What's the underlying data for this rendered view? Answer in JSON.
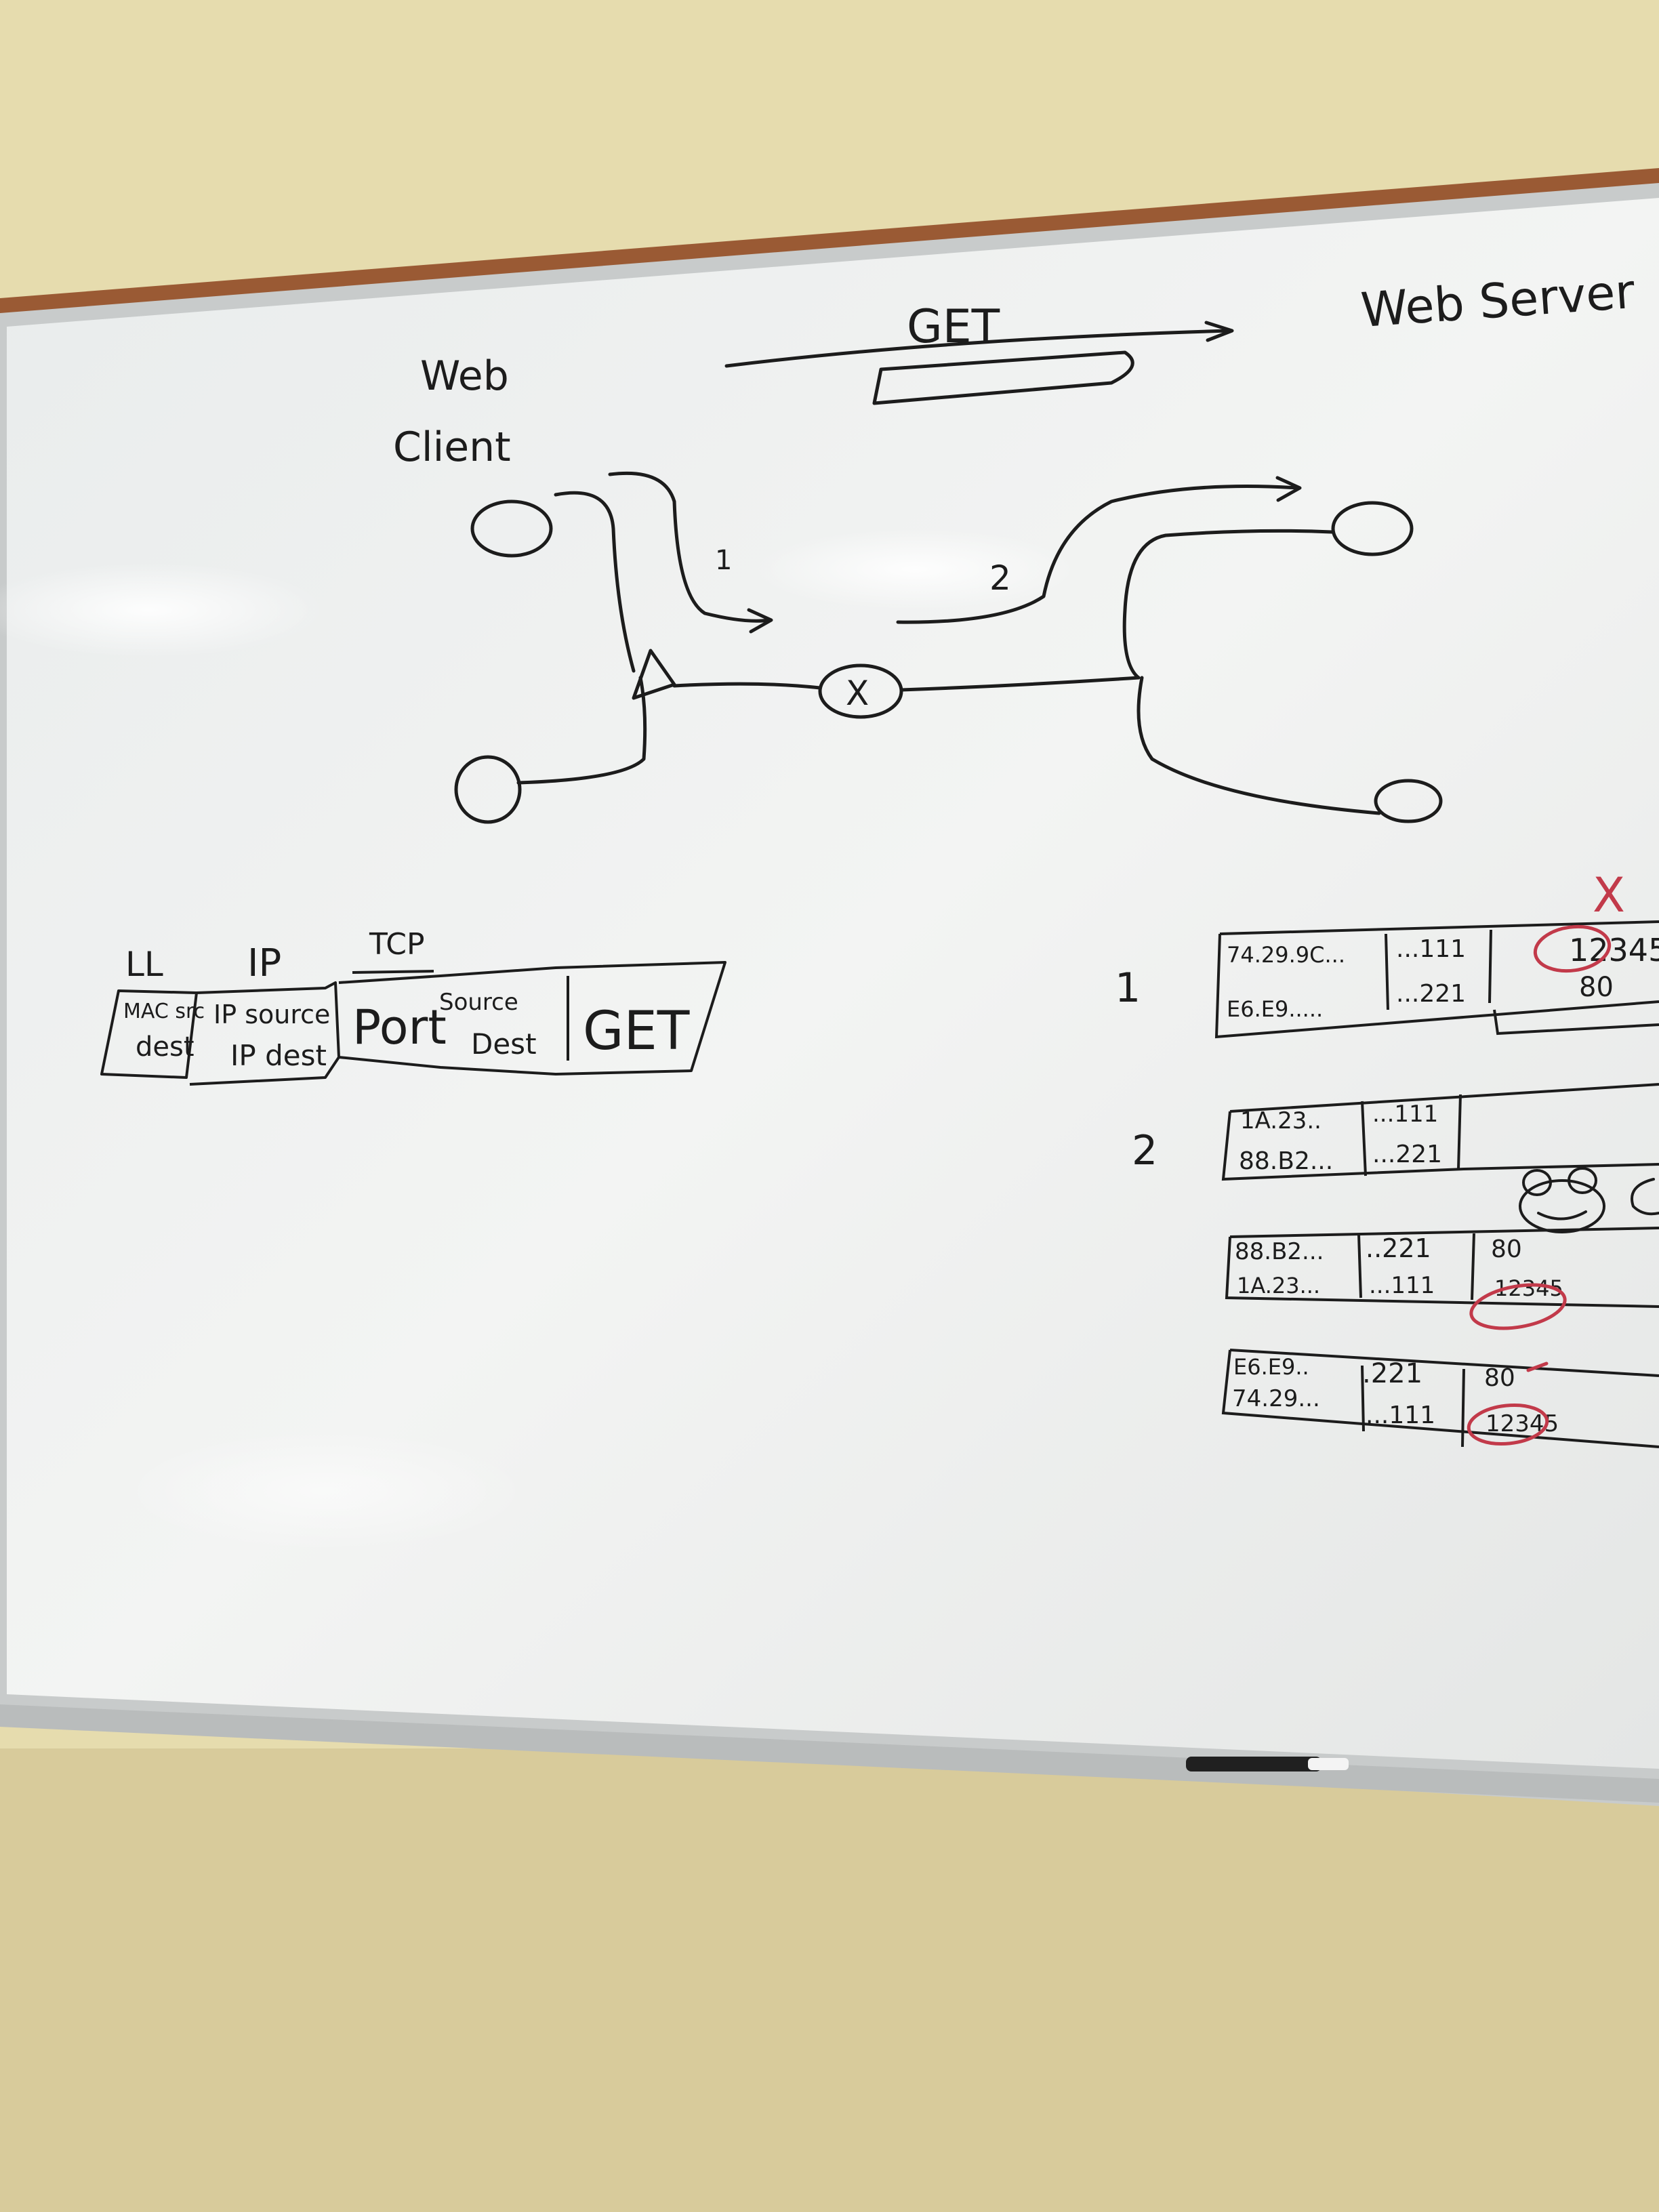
{
  "whiteboard": {
    "top_labels": {
      "get": "GET",
      "web_server": "Web Server",
      "web_client_line1": "Web",
      "web_client_line2": "Client"
    },
    "path_labels": {
      "path1": "1",
      "path2": "2"
    },
    "router_label": "X",
    "packet_header": {
      "layer_labels": {
        "link": "LL",
        "ip": "IP",
        "tcp": "TCP"
      },
      "mac_top": "MAC src",
      "mac_bottom": "dest",
      "ip_top": "IP source",
      "ip_bottom": "IP dest",
      "port": "Port",
      "port_source": "Source",
      "port_dest": "Dest",
      "payload": "GET"
    },
    "nat_table": {
      "row_labels": [
        "1",
        "2"
      ],
      "rows": [
        {
          "ip_top": "74.29.9C...",
          "ip_bottom": "E6.E9.....",
          "mid_top": "...111",
          "mid_bottom": "...221",
          "port_top": "12345",
          "port_bottom": "80"
        },
        {
          "ip_top": "1A.23..",
          "ip_bottom": "88.B2...",
          "mid_top": "...111",
          "mid_bottom": "...221",
          "port_top": "",
          "port_bottom": ""
        },
        {
          "ip_top": "88.B2...",
          "ip_bottom": "1A.23...",
          "mid_top": "..221",
          "mid_bottom": "...111",
          "port_top": "80",
          "port_bottom": "12345"
        },
        {
          "ip_top": "E6.E9..",
          "ip_bottom": "74.29...",
          "mid_top": ".221",
          "mid_bottom": "...111",
          "port_top": "80",
          "port_bottom": "12345"
        }
      ],
      "cross_mark": "X"
    }
  },
  "colors": {
    "wall": "#e6dcae",
    "board": "#eef0f0",
    "frame_wood": "#9a5a34",
    "ink_black": "#1c1c1c",
    "ink_red": "#c23a4a"
  }
}
